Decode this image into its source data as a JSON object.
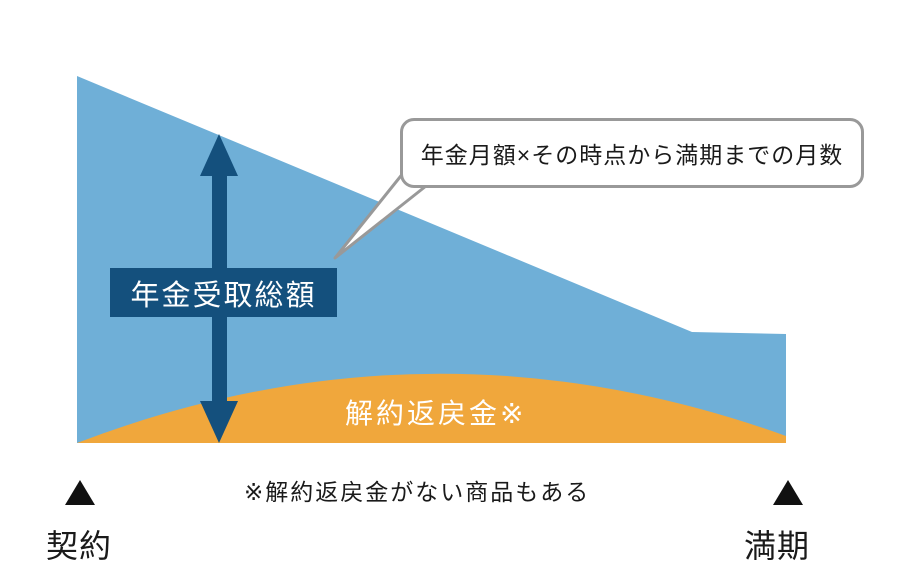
{
  "callout": {
    "text": "年金月額×その時点から満期までの月数"
  },
  "annuity_total": {
    "label": "年金受取総額"
  },
  "surrender_value": {
    "label": "解約返戻金※"
  },
  "footnote": {
    "text": "※解約返戻金がない商品もある"
  },
  "timeline": {
    "start_label": "契約",
    "end_label": "満期"
  },
  "colors": {
    "annuity_area_blue": "#6FAFD7",
    "surrender_area_orange": "#F0A73C",
    "arrow_navy": "#14507D",
    "callout_border_gray": "#999999",
    "text_black": "#1A1A1A"
  }
}
